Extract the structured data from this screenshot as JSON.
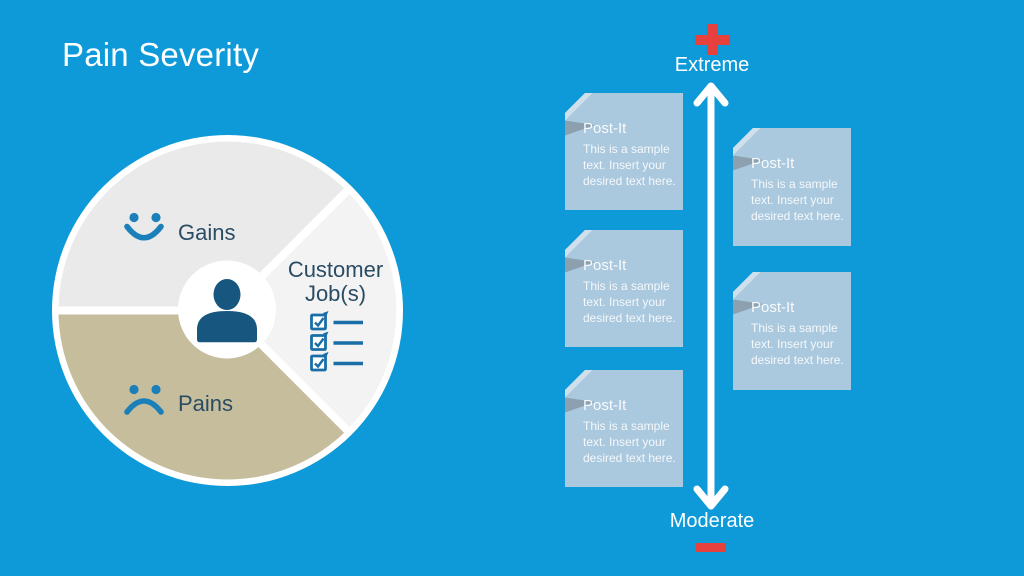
{
  "slide": {
    "title": "Pain Severity",
    "background_color": "#0e9ad8"
  },
  "value_map": {
    "center_icon": "person-icon",
    "segments": [
      {
        "label": "Gains",
        "icon": "smiley-face-icon",
        "color": "#eaeaeb",
        "text_color": "#2a4c63"
      },
      {
        "label": "Customer Job(s)",
        "label_lines": [
          "Customer",
          "Job(s)"
        ],
        "icon": "checklist-icon",
        "color": "#f3f3f4",
        "text_color": "#2a4c63"
      },
      {
        "label": "Pains",
        "icon": "sad-face-icon",
        "color": "#c6bd9d",
        "text_color": "#2a4c63"
      }
    ],
    "icon_colors": {
      "person": "#16567f",
      "faces": "#1b7fba",
      "checklist": "#1a6da6"
    }
  },
  "severity_axis": {
    "plus_symbol": "+",
    "top_label": "Extreme",
    "bottom_label": "Moderate",
    "minus_symbol": "−",
    "symbol_color": "#e6413c",
    "arrow_color": "#ffffff",
    "label_color": "#ffffff"
  },
  "post_its": {
    "note_color": "#aac8de",
    "fold_color": "#cfdfec",
    "fold_shadow_color": "#8ca0af",
    "text_color": "#ffffff",
    "notes": [
      {
        "title": "Post-It",
        "body": "This is a sample text. Insert your desired text here."
      },
      {
        "title": "Post-It",
        "body": "This is a sample text. Insert your desired text here."
      },
      {
        "title": "Post-It",
        "body": "This is a sample text. Insert your desired text here."
      },
      {
        "title": "Post-It",
        "body": "This is a sample text. Insert your desired text here."
      },
      {
        "title": "Post-It",
        "body": "This is a sample text. Insert your desired text here."
      }
    ]
  }
}
